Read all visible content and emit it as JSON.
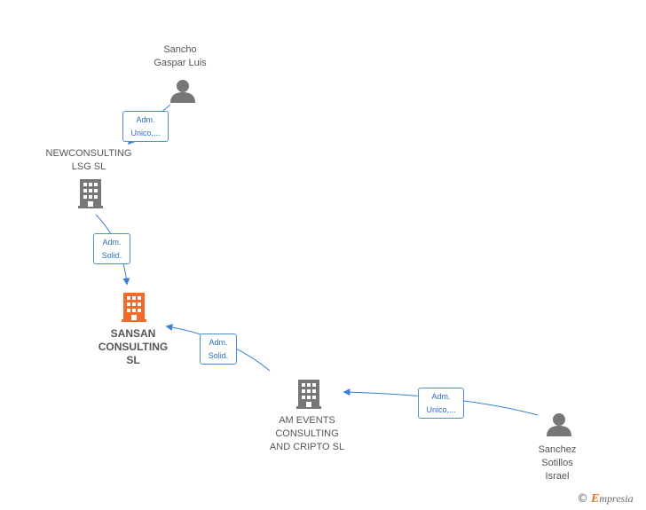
{
  "nodes": {
    "sancho": {
      "label": "Sancho\nGaspar Luis",
      "type": "person"
    },
    "newconsulting": {
      "label": "NEWCONSULTING\nLSG SL",
      "type": "company"
    },
    "sansan": {
      "label": "SANSAN\nCONSULTING\nSL",
      "type": "company-focus"
    },
    "amevents": {
      "label": "AM EVENTS\nCONSULTING\nAND CRIPTO SL",
      "type": "company"
    },
    "sanchez": {
      "label": "Sanchez\nSotillos\nIsrael",
      "type": "person"
    }
  },
  "edges": {
    "e1": {
      "label": "Adm.\nUnico,..."
    },
    "e2": {
      "label": "Adm.\nSolid."
    },
    "e3": {
      "label": "Adm.\nSolid."
    },
    "e4": {
      "label": "Adm.\nUnico,..."
    }
  },
  "colors": {
    "edge": "#3b7fd6",
    "node_icon": "#777777",
    "focus_icon": "#f26b2b"
  },
  "brand": {
    "copyright": "©",
    "name_initial": "E",
    "name_rest": "mpresia"
  }
}
